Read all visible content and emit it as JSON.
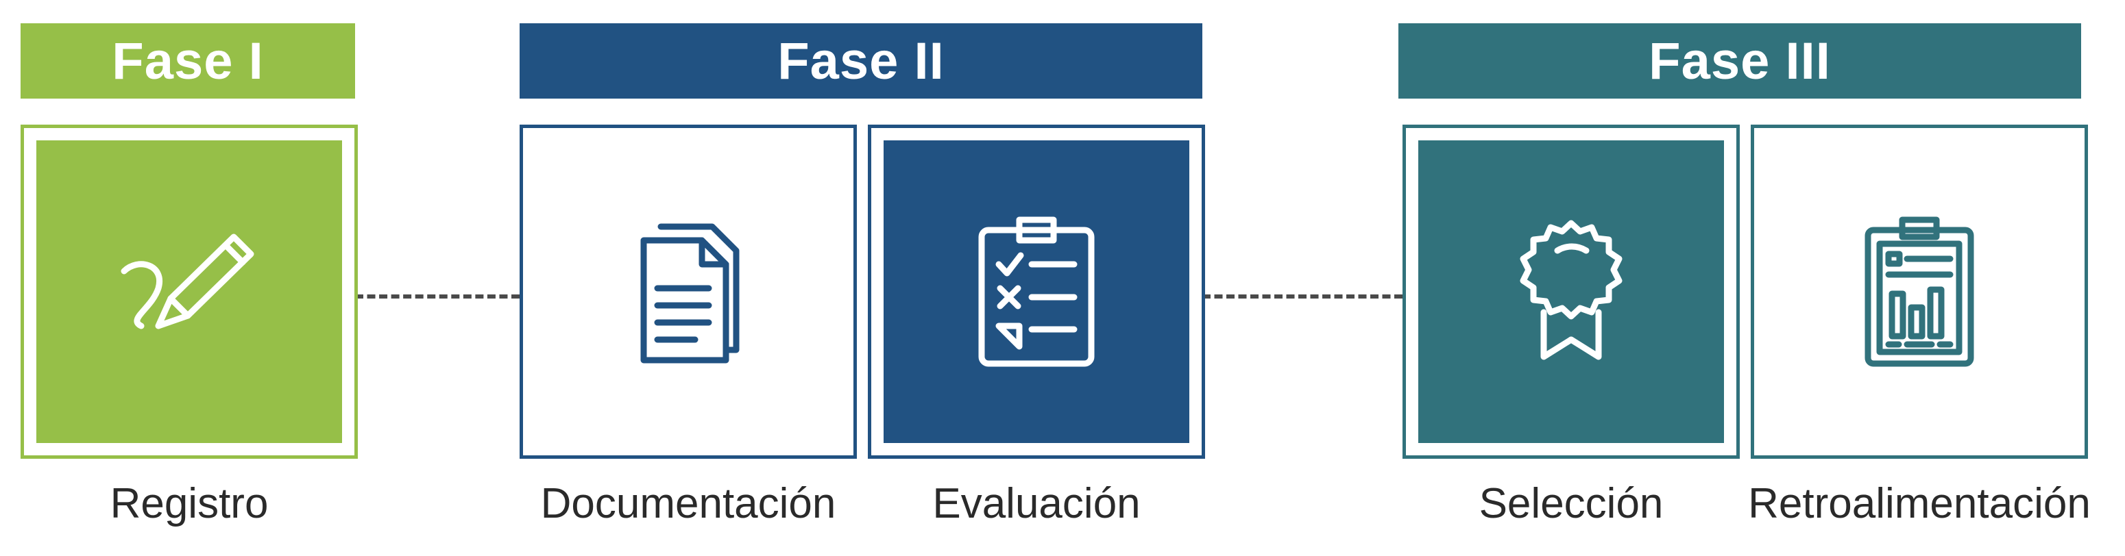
{
  "phases": [
    {
      "title": "Fase I",
      "color": "#96bf48"
    },
    {
      "title": "Fase II",
      "color": "#215282"
    },
    {
      "title": "Fase III",
      "color": "#31727c"
    }
  ],
  "steps": [
    {
      "label": "Registro",
      "icon": "pen-icon",
      "style": "filled",
      "color": "#96bf48"
    },
    {
      "label": "Documentación",
      "icon": "documents-icon",
      "style": "outline",
      "color": "#215282"
    },
    {
      "label": "Evaluación",
      "icon": "checklist-clipboard-icon",
      "style": "filled",
      "color": "#215282"
    },
    {
      "label": "Selección",
      "icon": "award-badge-icon",
      "style": "filled",
      "color": "#31727c"
    },
    {
      "label": "Retroalimentación",
      "icon": "report-clipboard-icon",
      "style": "outline",
      "color": "#31727c"
    }
  ],
  "connector_color": "#4a4a4a"
}
